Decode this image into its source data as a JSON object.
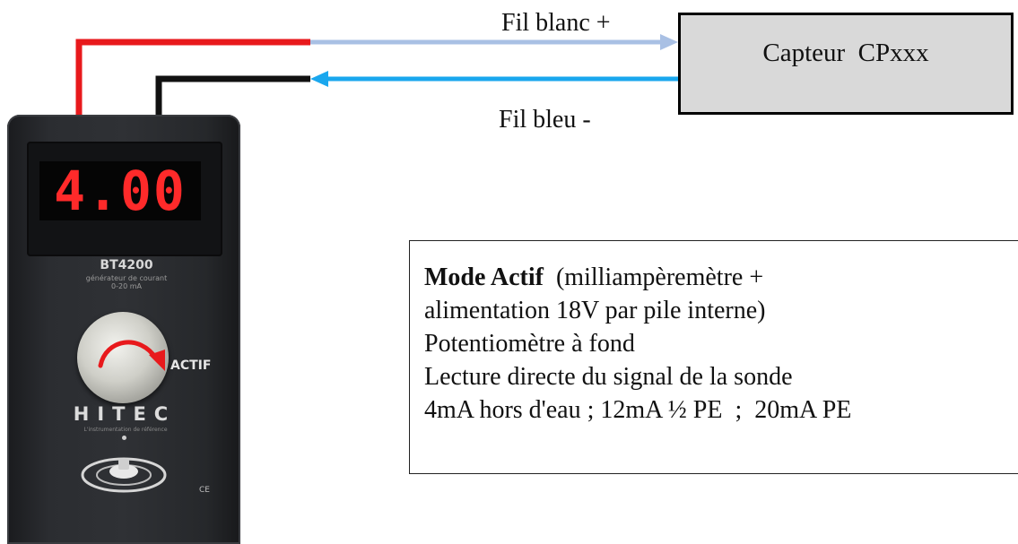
{
  "wires": {
    "white_label": "Fil blanc +",
    "blue_label": "Fil bleu -"
  },
  "sensor": {
    "label": "Capteur  CPxxx"
  },
  "device": {
    "display_value": "4.00",
    "model": "BT4200",
    "model_subtitle_line1": "générateur de courant",
    "model_subtitle_line2": "0-20 mA",
    "mode_label": "ACTIF",
    "brand": "HITEC",
    "brand_subtitle": "L'instrumentation de référence",
    "ce_mark": "CE"
  },
  "note": {
    "title": "Mode Actif",
    "line1_rest": "  (milliampèremètre +",
    "line2": "alimentation 18V par pile interne)",
    "line3": "Potentiomètre à fond",
    "line4": "Lecture directe du signal de la sonde",
    "line5": "4mA hors d'eau ; 12mA ½ PE  ;  20mA PE"
  },
  "colors": {
    "red_wire": "#e8191c",
    "black_wire": "#111111",
    "white_wire": "#a9c0e4",
    "blue_wire": "#1aa7ee",
    "sensor_fill": "#d9d9d9",
    "display_digits": "#ff2a2a"
  }
}
